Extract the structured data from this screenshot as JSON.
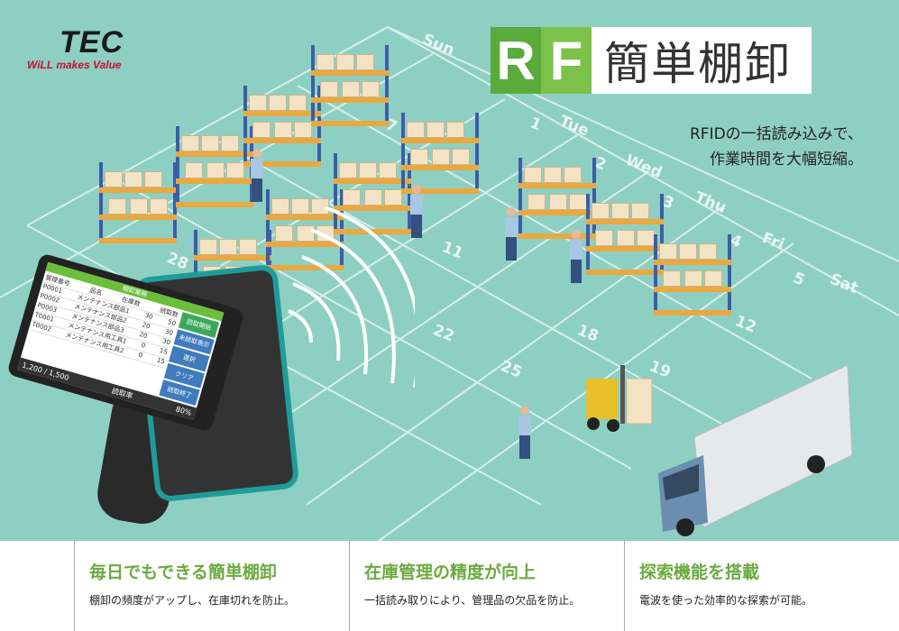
{
  "brand": {
    "name": "TEC",
    "tagline": "WiLL makes Value"
  },
  "title": {
    "letter_r": "R",
    "letter_f": "F",
    "text": "簡単棚卸"
  },
  "subtitle": {
    "line1": "RFIDの一括読み込みで、",
    "line2": "作業時間を大幅短縮。"
  },
  "calendar": {
    "days": [
      "Sun",
      "Tue",
      "Wed",
      "Thu",
      "Fri",
      "Sat"
    ],
    "numbers": [
      "1",
      "2",
      "3",
      "4",
      "5",
      "7",
      "11",
      "12",
      "18",
      "19",
      "22",
      "25",
      "28"
    ]
  },
  "device": {
    "header": "棚卸業務",
    "columns": [
      "管理番号",
      "品名",
      "在庫数",
      "読取数"
    ],
    "rows": [
      [
        "P0001",
        "メンテナンス部品1",
        "30",
        "50"
      ],
      [
        "P0002",
        "メンテナンス部品2",
        "20",
        "30"
      ],
      [
        "P0003",
        "メンテナンス部品3",
        "20",
        "30"
      ],
      [
        "T0001",
        "メンテナンス用工具1",
        "0",
        "15"
      ],
      [
        "T0002",
        "メンテナンス用工具2",
        "0",
        "15"
      ]
    ],
    "buttons": [
      "読取開始",
      "未読取表示",
      "選択",
      "クリア",
      "読取終了"
    ],
    "count": "1,200 / 1,500",
    "rate_label": "読取率",
    "rate": "80%"
  },
  "colors": {
    "bg": "#8ecfc3",
    "green": "#6aab3f"
  },
  "features": [
    {
      "title": "毎日でもできる簡単棚卸",
      "desc": "棚卸の頻度がアップし、在庫切れを防止。"
    },
    {
      "title": "在庫管理の精度が向上",
      "desc": "一括読み取りにより、管理品の欠品を防止。"
    },
    {
      "title": "探索機能を搭載",
      "desc": "電波を使った効率的な探索が可能。"
    }
  ]
}
